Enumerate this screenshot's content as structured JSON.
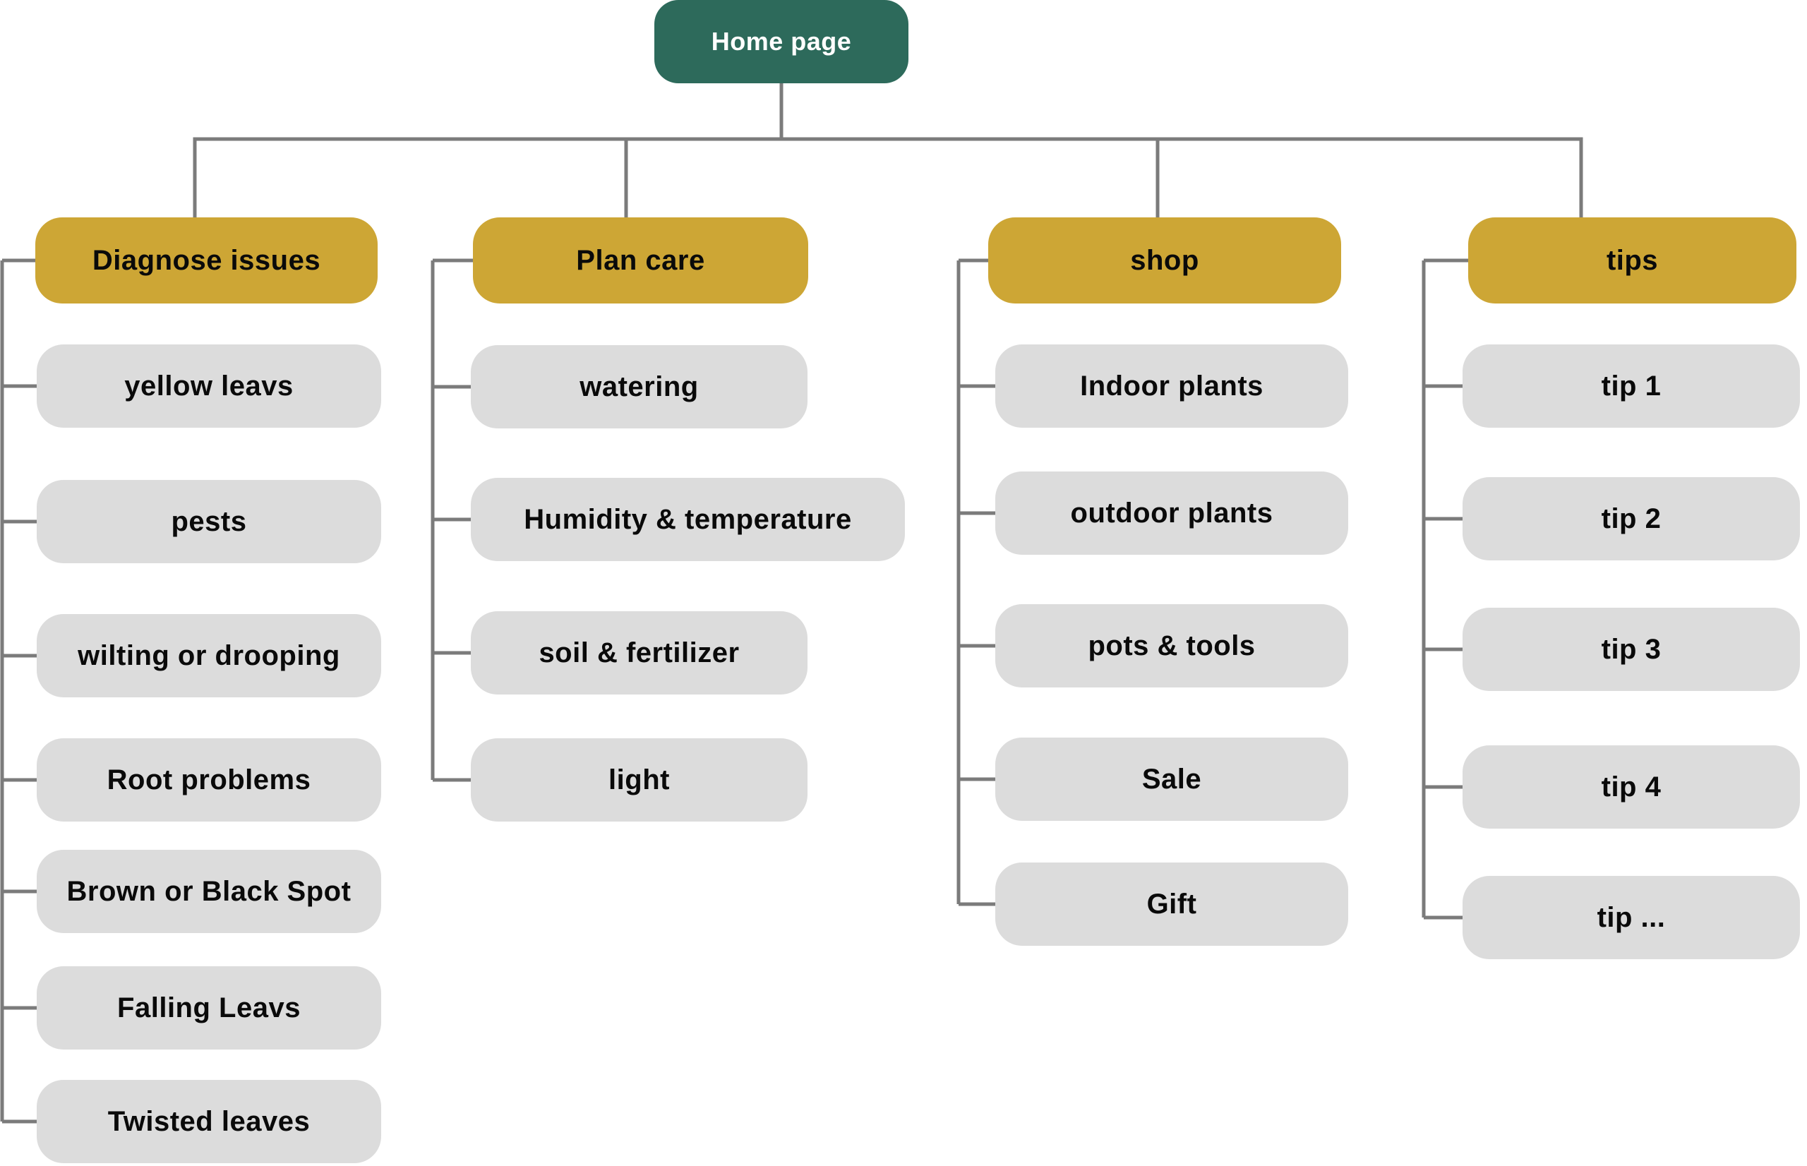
{
  "root": {
    "label": "Home page"
  },
  "columns": [
    {
      "label": "Diagnose issues",
      "children": [
        "yellow leavs",
        "pests",
        "wilting or drooping",
        "Root problems",
        "Brown or Black Spot",
        "Falling  Leavs",
        "Twisted leaves"
      ]
    },
    {
      "label": "Plan care",
      "children": [
        "watering",
        "Humidity & temperature",
        "soil & fertilizer",
        "light"
      ]
    },
    {
      "label": "shop",
      "children": [
        "Indoor plants",
        "outdoor plants",
        "pots & tools",
        "Sale",
        "Gift"
      ]
    },
    {
      "label": "tips",
      "children": [
        "tip 1",
        "tip 2",
        "tip 3",
        "tip 4",
        "tip ..."
      ]
    }
  ],
  "colors": {
    "root_bg": "#2D6A5B",
    "root_text": "#FFFFFF",
    "category_bg": "#CDA635",
    "item_bg": "#DCDCDC",
    "node_text": "#0A0A0A",
    "connector": "#7B7B7B"
  }
}
